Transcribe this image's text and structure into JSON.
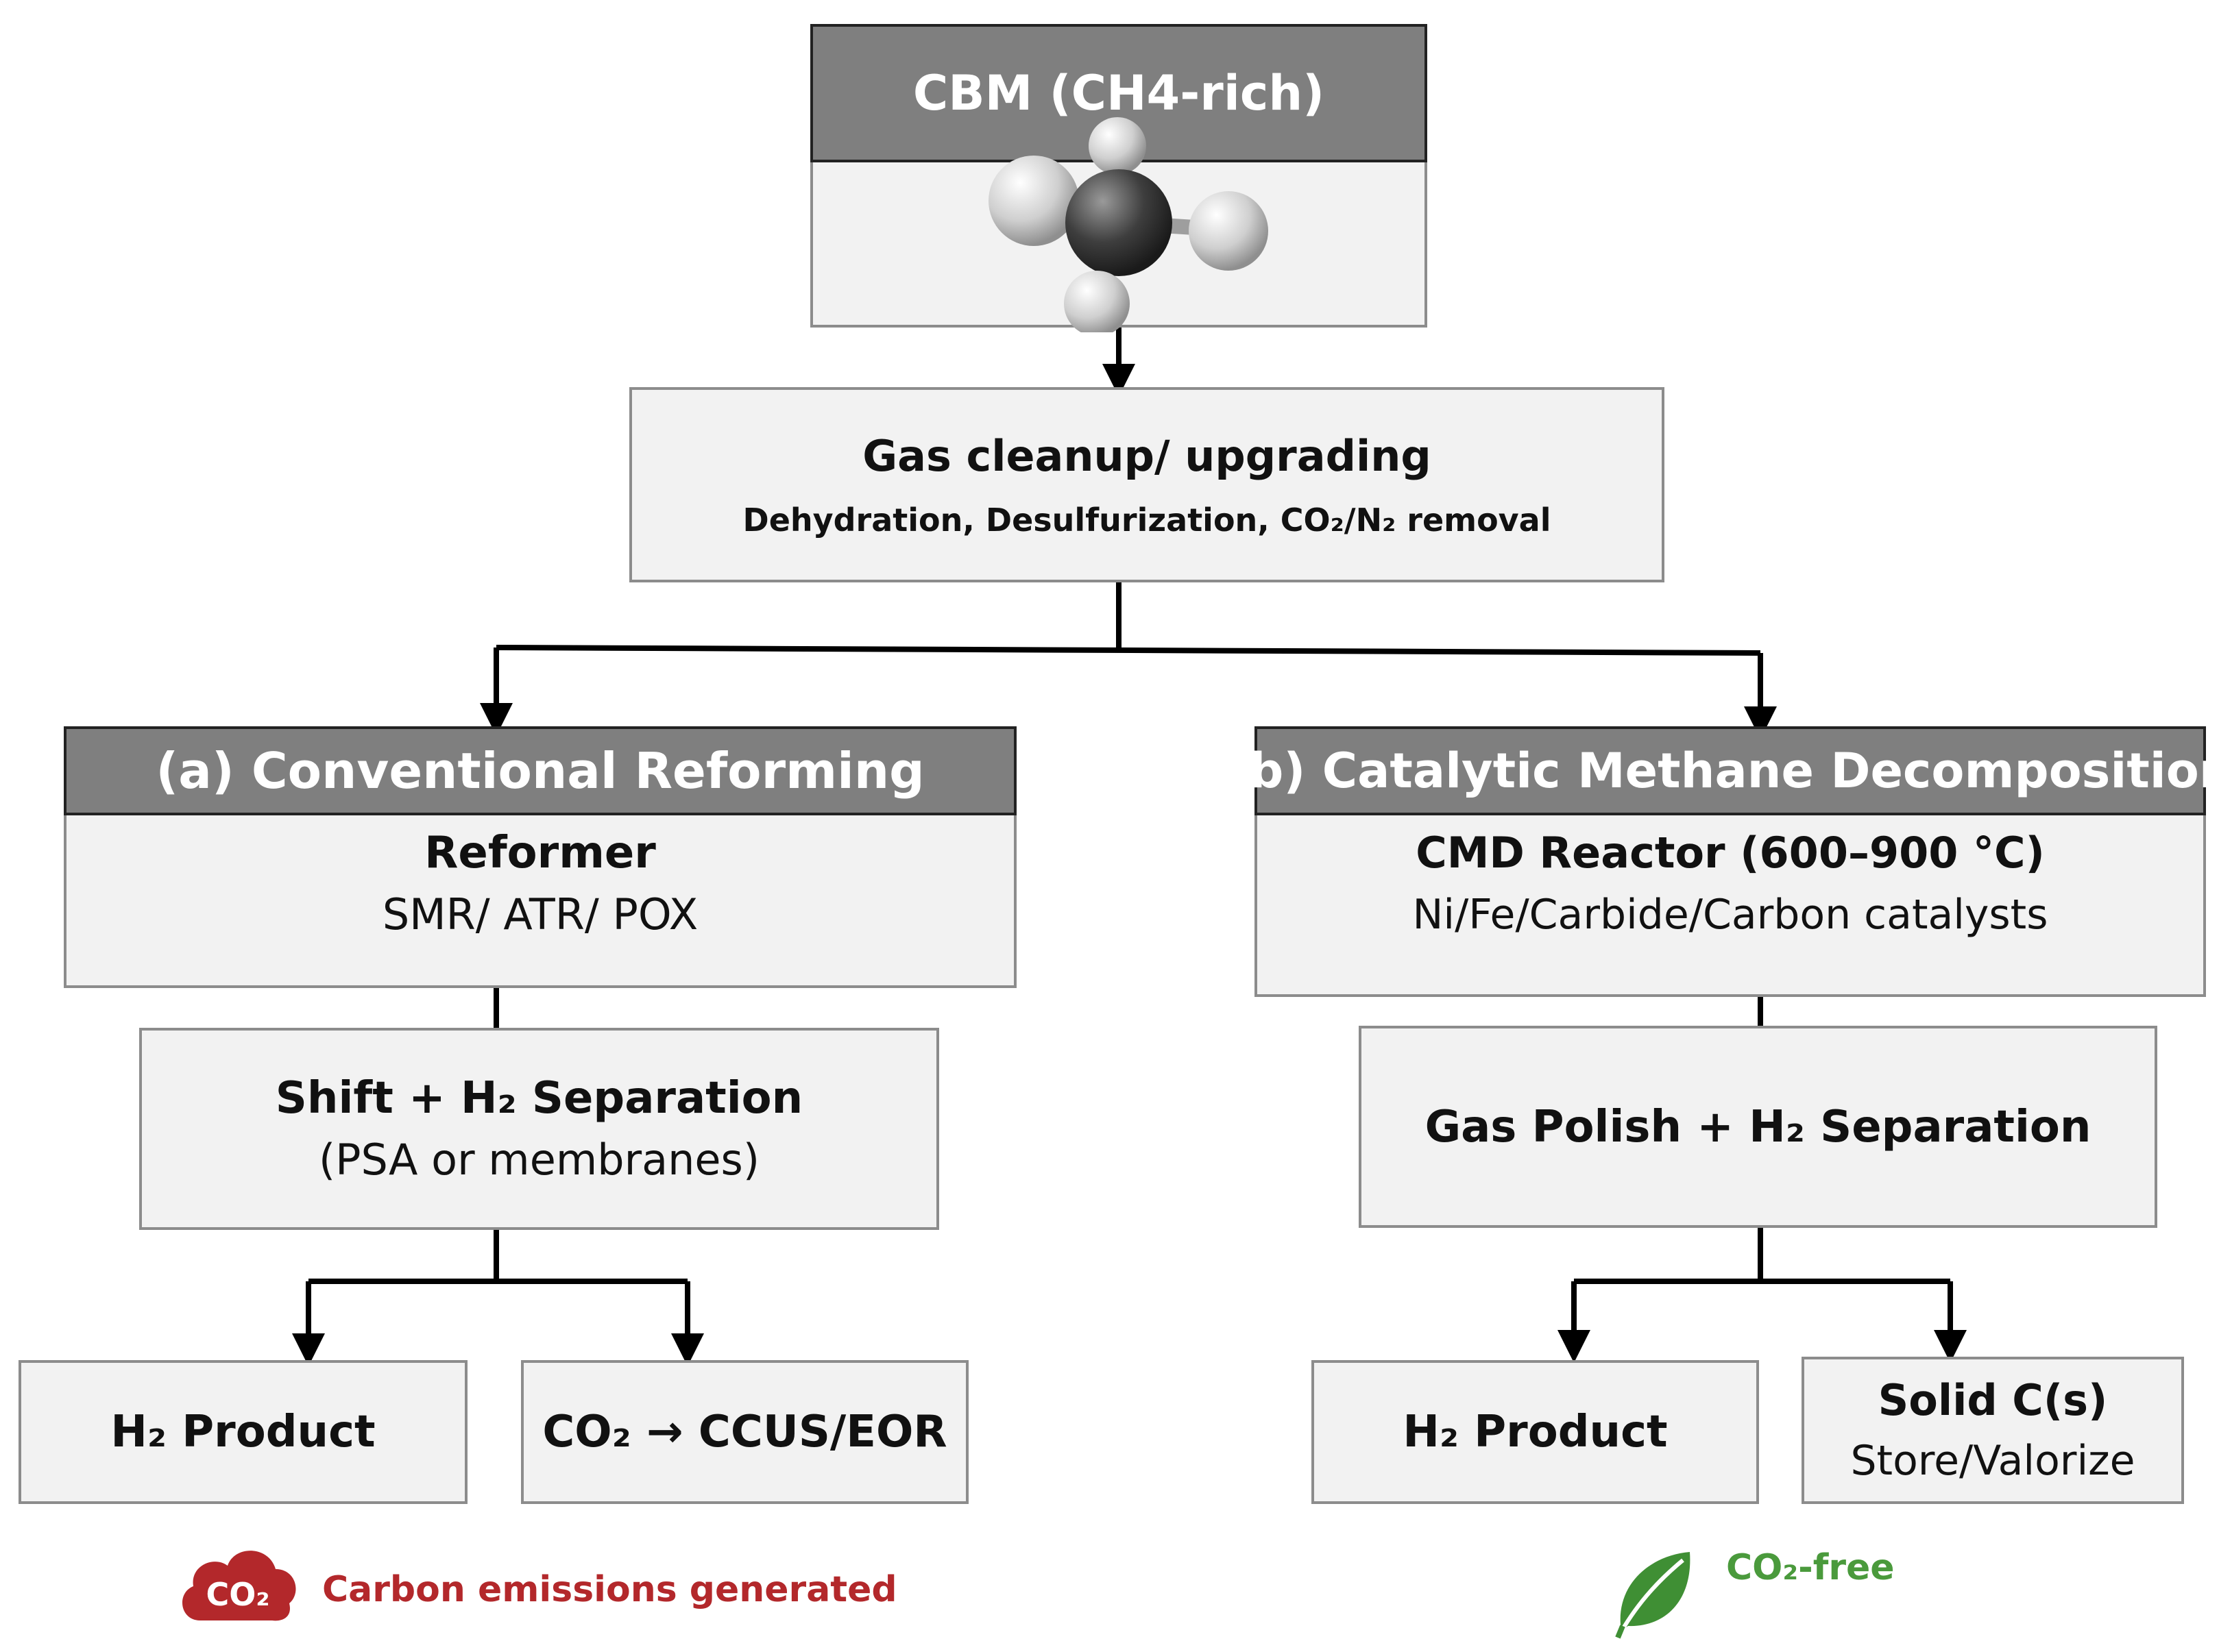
{
  "source": {
    "title": "CBM (CH4-rich)"
  },
  "cleanup": {
    "title": "Gas cleanup/ upgrading",
    "subtitle": "Dehydration, Desulfurization, CO₂/N₂ removal"
  },
  "branch_a": {
    "header": "(a) Conventional Reforming",
    "step1_title": "Reformer",
    "step1_sub": "SMR/ ATR/ POX",
    "step2_title": "Shift + H₂ Separation",
    "step2_sub": "(PSA or membranes)",
    "out1": "H₂ Product",
    "out2": "CO₂ → CCUS/EOR"
  },
  "branch_b": {
    "header": "(b) Catalytic Methane Decomposition",
    "step1_title": "CMD Reactor (600–900 °C)",
    "step1_sub": "Ni/Fe/Carbide/Carbon catalysts",
    "step2_title": "Gas Polish + H₂ Separation",
    "out1": "H₂ Product",
    "out2_title": "Solid C(s)",
    "out2_sub": "Store/Valorize"
  },
  "legend": {
    "co2_badge": "CO₂",
    "emissions_text": "Carbon emissions generated",
    "free_text": "CO₂-free",
    "emissions_color": "#b3282b",
    "free_color": "#4a9a3c"
  }
}
